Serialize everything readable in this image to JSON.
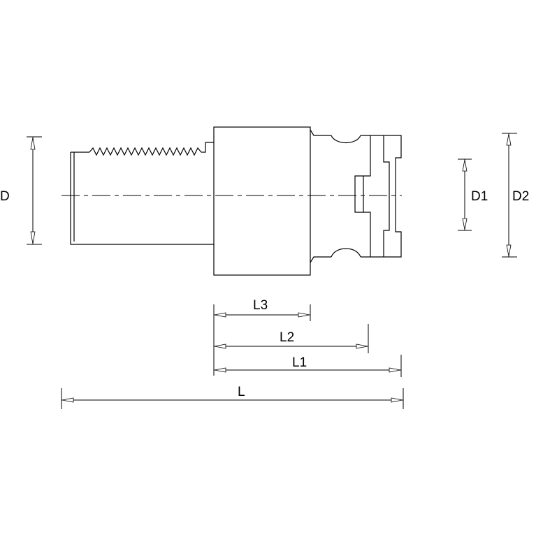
{
  "dimensions": {
    "D": "D",
    "D1": "D1",
    "D2": "D2",
    "L": "L",
    "L1": "L1",
    "L2": "L2",
    "L3": "L3"
  },
  "colors": {
    "line": "#000000",
    "background": "#ffffff"
  }
}
